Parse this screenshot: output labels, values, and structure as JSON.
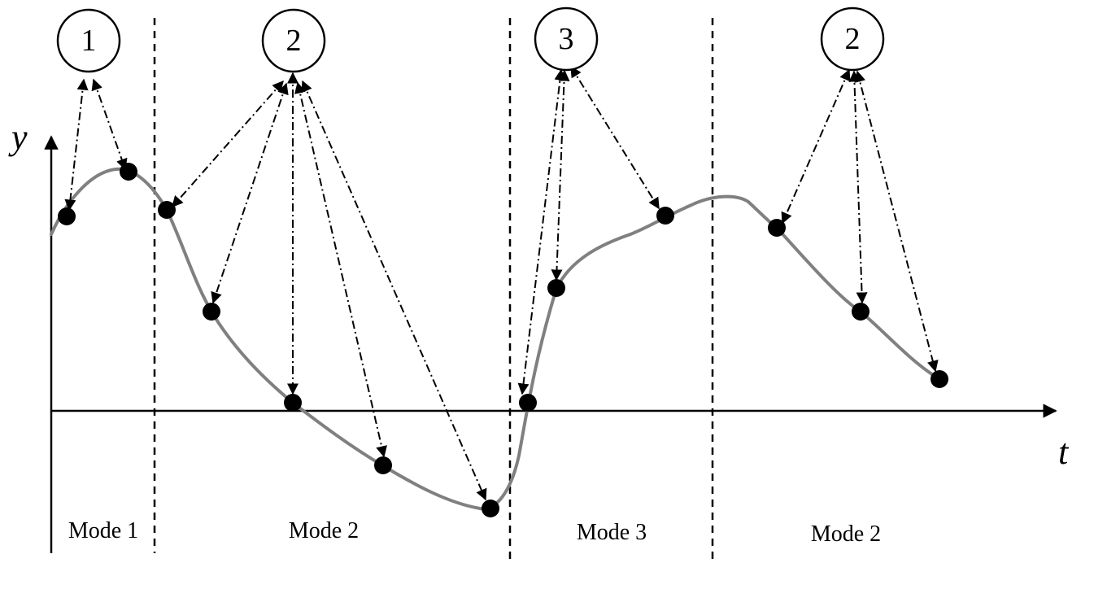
{
  "axes": {
    "y_label": "y",
    "x_label": "t"
  },
  "bubbles": [
    "1",
    "2",
    "3",
    "2"
  ],
  "modes": [
    "Mode 1",
    "Mode 2",
    "Mode 3",
    "Mode 2"
  ],
  "colors": {
    "curve": "#808080",
    "points": "#000000",
    "lines": "#000000",
    "background": "#ffffff"
  }
}
